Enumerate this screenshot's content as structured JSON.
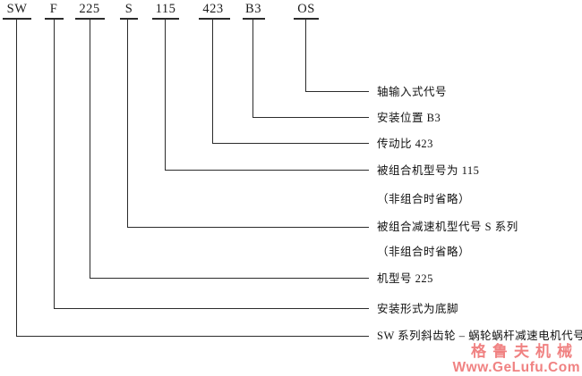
{
  "codes": [
    {
      "text": "SW"
    },
    {
      "text": "F"
    },
    {
      "text": "225"
    },
    {
      "text": "S"
    },
    {
      "text": "115"
    },
    {
      "text": "423"
    },
    {
      "text": "B3"
    },
    {
      "text": "OS"
    }
  ],
  "annotations": [
    {
      "text": "轴输入式代号"
    },
    {
      "text": "安装位置 B3"
    },
    {
      "text": "传动比 423"
    },
    {
      "text": "被组合机型号为 115"
    },
    {
      "text": "（非组合时省略）"
    },
    {
      "text": "被组合减速机型代号 S 系列"
    },
    {
      "text": "（非组合时省略）"
    },
    {
      "text": "机型号 225"
    },
    {
      "text": "安装形式为底脚"
    },
    {
      "text": "SW 系列斜齿轮 – 蜗轮蜗杆减速电机代号"
    }
  ],
  "watermark": {
    "brand": "格鲁夫机械",
    "url": "Www.GeLufu.Com",
    "color": "#f08282"
  },
  "colors": {
    "line": "#2b2b2b",
    "text": "#111111"
  }
}
